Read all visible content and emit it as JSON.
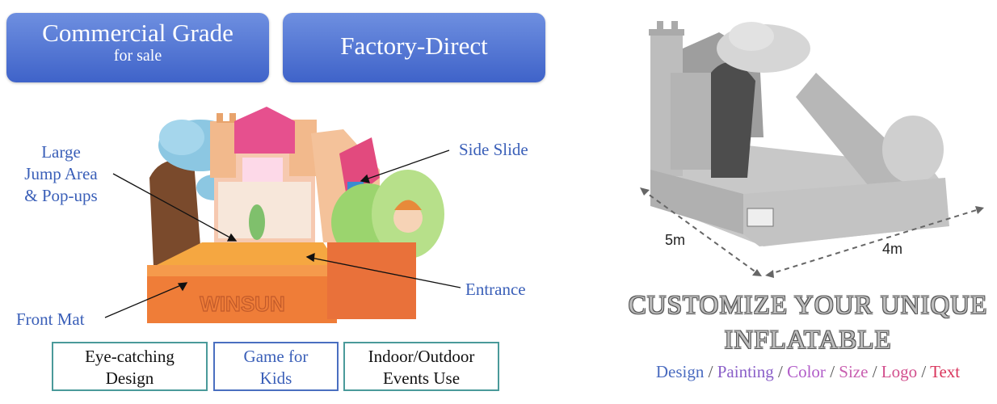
{
  "badges": {
    "commercial": {
      "title": "Commercial Grade",
      "subtitle": "for sale"
    },
    "factory": {
      "title": "Factory-Direct"
    }
  },
  "callouts": {
    "jump_area": [
      "Large",
      "Jump Area",
      "& Pop-ups"
    ],
    "side_slide": "Side Slide",
    "entrance": "Entrance",
    "front_mat": "Front Mat"
  },
  "features": [
    {
      "line1": "Eye-catching",
      "line2": "Design"
    },
    {
      "line1": "Game for",
      "line2": "Kids"
    },
    {
      "line1": "Indoor/Outdoor",
      "line2": "Events Use"
    }
  ],
  "watermark": "WINSUN",
  "dimensions": {
    "width": "5m",
    "length": "4m"
  },
  "customize": {
    "line1": "CUSTOMIZE YOUR UNIQUE",
    "line2": "INFLATABLE"
  },
  "options": [
    {
      "label": "Design",
      "color": "#4b6cc0"
    },
    {
      "label": "Painting",
      "color": "#8a5fc8"
    },
    {
      "label": "Color",
      "color": "#b15cc9"
    },
    {
      "label": "Size",
      "color": "#c95fb0"
    },
    {
      "label": "Logo",
      "color": "#d24f8d"
    },
    {
      "label": "Text",
      "color": "#d9355c"
    }
  ],
  "option_separator": "/",
  "colors": {
    "badge_blue": "#4f72d3",
    "callout_blue": "#3a5fb8",
    "feature_border": "#4a9a9a"
  }
}
